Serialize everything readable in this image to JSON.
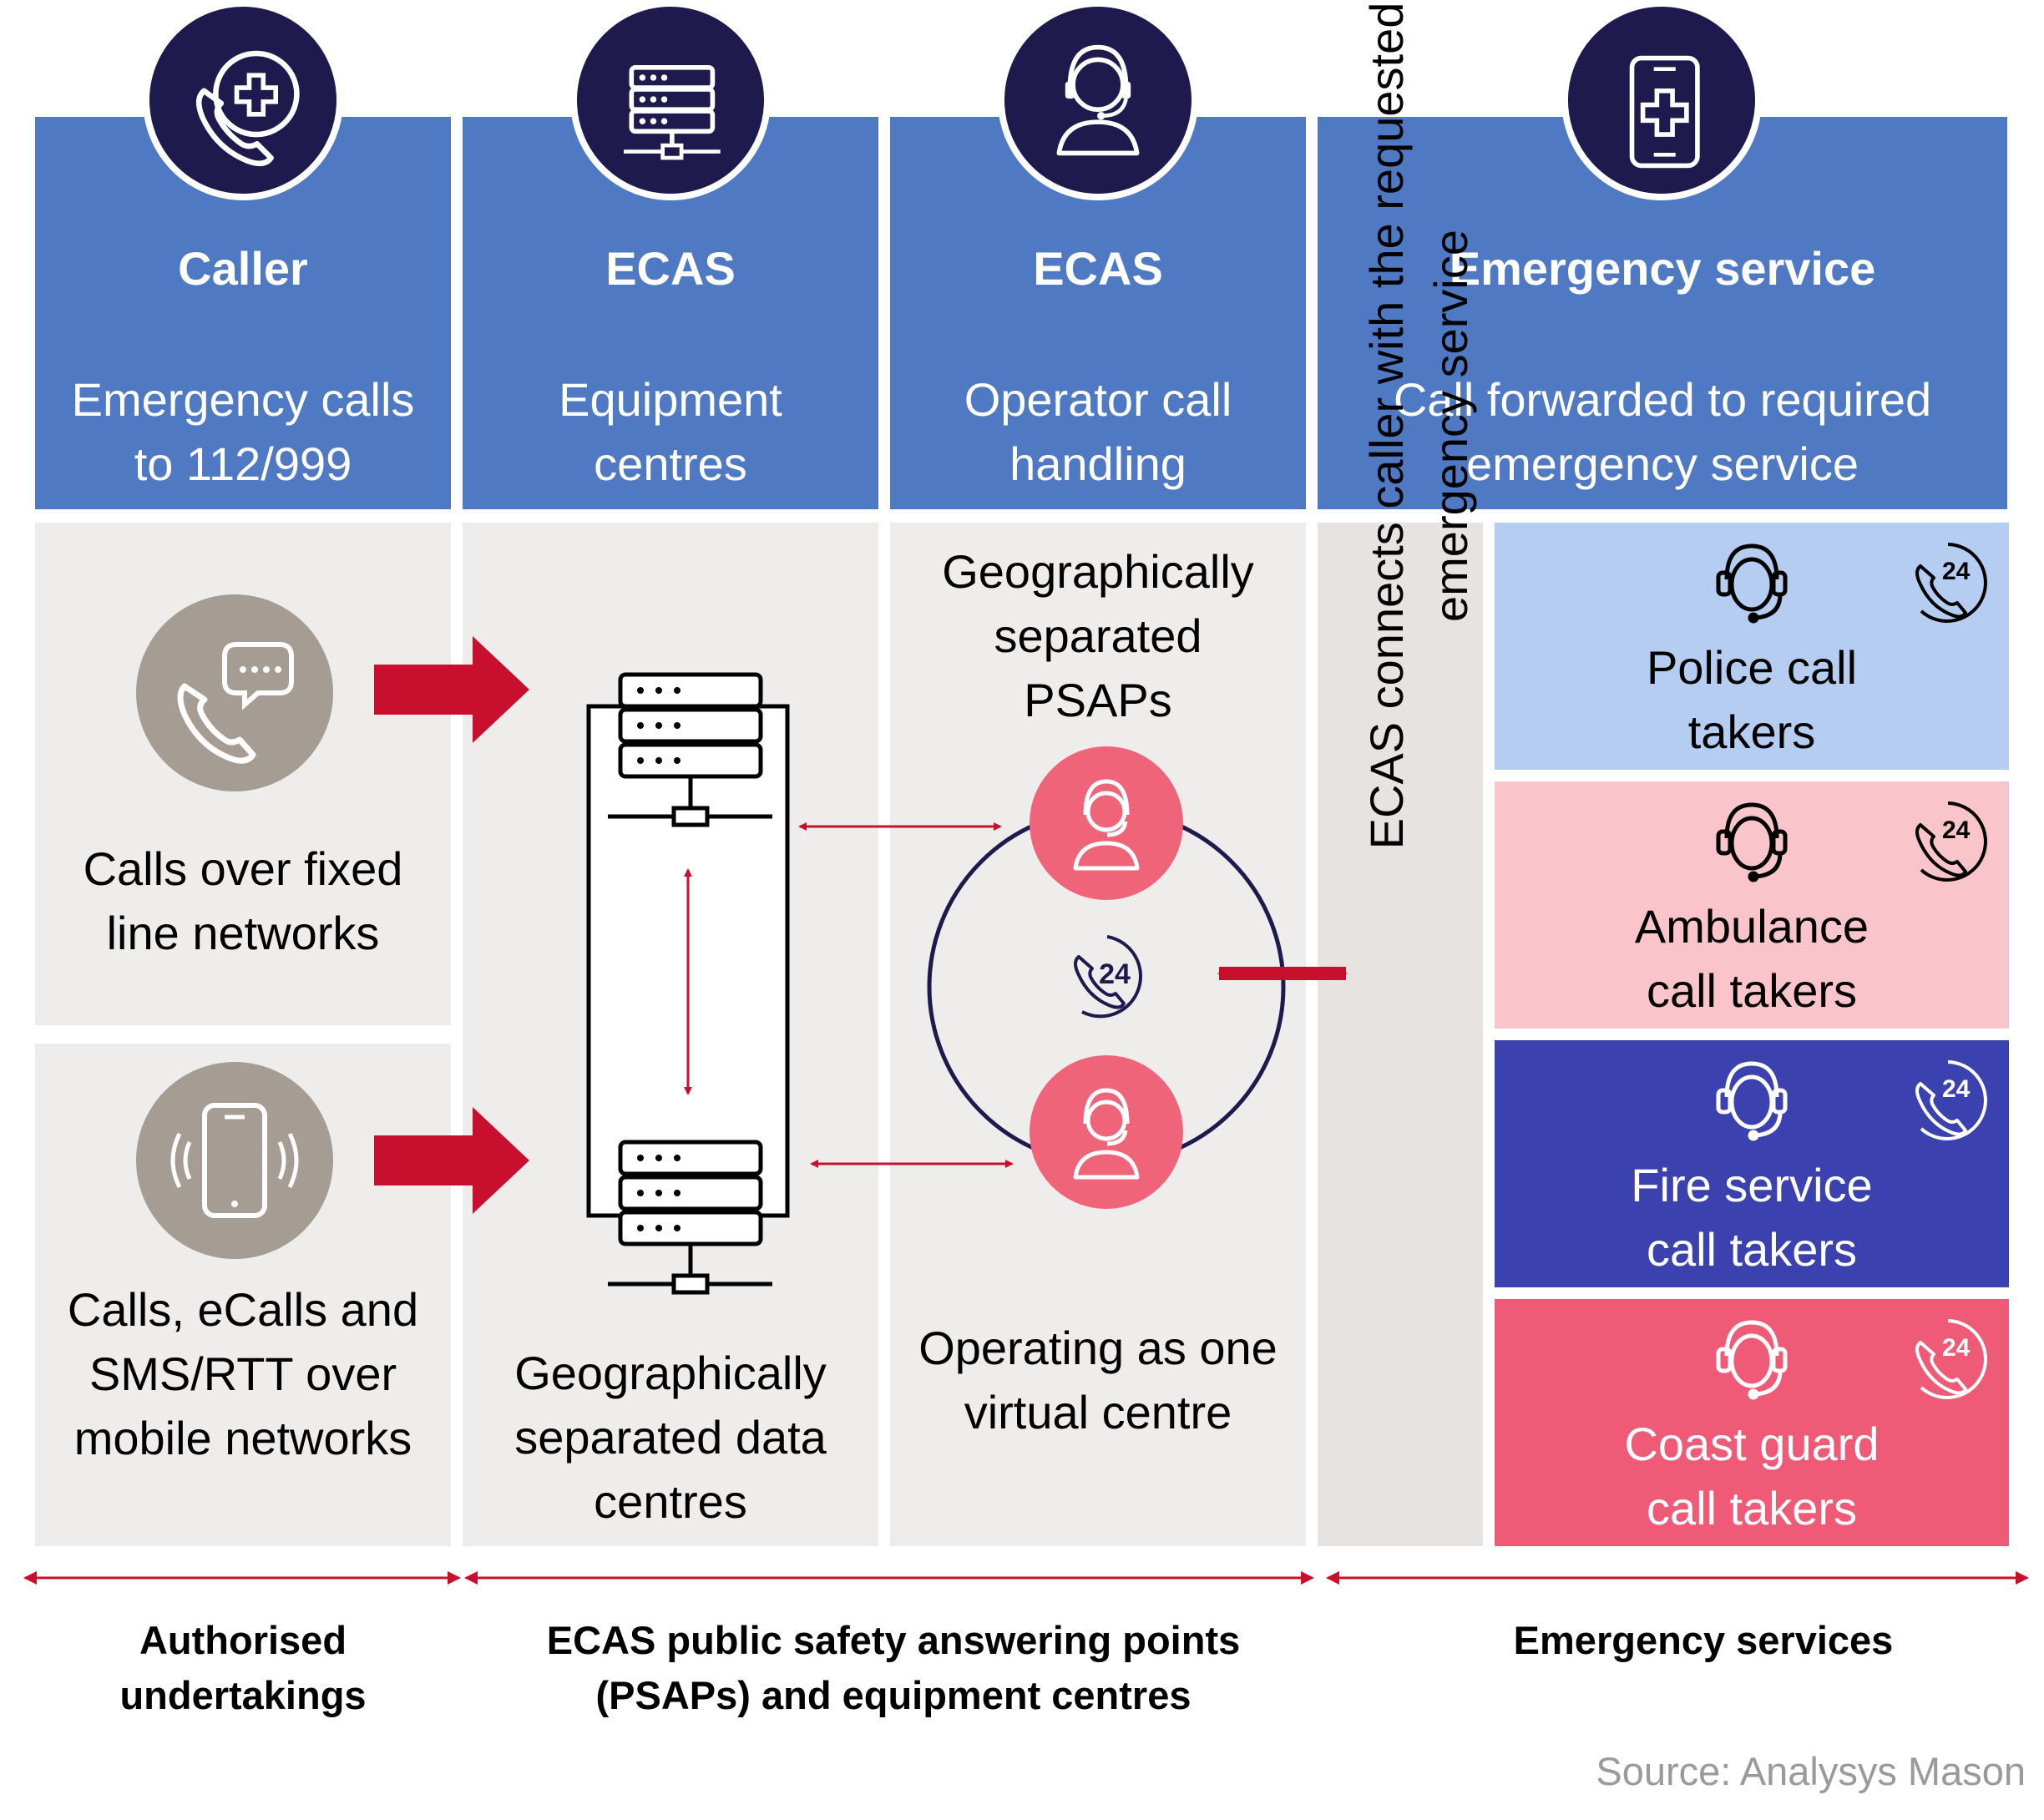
{
  "columns": [
    {
      "title": "Caller",
      "subtitle": "Emergency calls to 112/999",
      "icon": "phone-cross-icon"
    },
    {
      "title": "ECAS",
      "subtitle": "Equipment centres",
      "icon": "server-rack-icon"
    },
    {
      "title": "ECAS",
      "subtitle": "Operator call handling",
      "icon": "operator-headset-icon"
    },
    {
      "title": "Emergency service",
      "subtitle": "Call forwarded to required emergency service",
      "icon": "medical-phone-icon"
    }
  ],
  "caller": {
    "fixed_label": "Calls over fixed line networks",
    "mobile_label": "Calls, eCalls and SMS/RTT over mobile networks"
  },
  "equipment": {
    "label": "Geographically separated data centres"
  },
  "operator": {
    "top_label": "Geographically separated PSAPs",
    "bottom_label": "Operating as one virtual centre",
    "badge": "24"
  },
  "connector": {
    "label": "ECAS connects caller with the requested emergency service"
  },
  "services": [
    {
      "label": "Police call takers",
      "badge": "24",
      "bg": "#b4cdf0",
      "fg": "#000000"
    },
    {
      "label": "Ambulance call takers",
      "badge": "24",
      "bg": "#f9c4ca",
      "fg": "#000000"
    },
    {
      "label": "Fire service call takers",
      "badge": "24",
      "bg": "#3b42b0",
      "fg": "#ffffff"
    },
    {
      "label": "Coast guard call takers",
      "badge": "24",
      "bg": "#ef5b77",
      "fg": "#ffffff"
    }
  ],
  "footer": {
    "left": "Authorised undertakings",
    "middle": "ECAS public safety answering points (PSAPs) and equipment centres",
    "right": "Emergency services"
  },
  "source": "Source: Analysys Mason",
  "colors": {
    "header_blue": "#5079c4",
    "navy": "#1f1a4d",
    "arrow_red": "#c8102e",
    "panel_gray": "#efedec",
    "psap_pink": "#ef6479"
  }
}
